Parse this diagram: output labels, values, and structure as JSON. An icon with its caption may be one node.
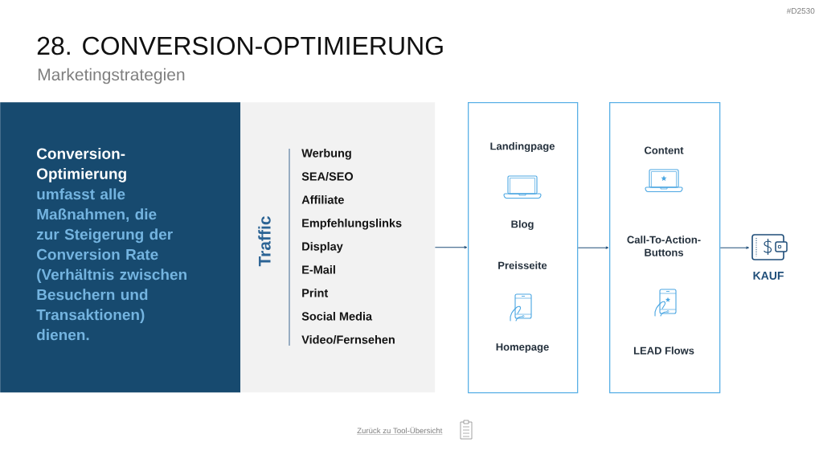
{
  "diagram": {
    "title": "28. CONVERSION-OPTIMIERUNG",
    "nodes": [
      {
        "text": [
          "Conversion-Optimierung",
          "umfasst alle Maßnahmen, die zur Steigerung der Conversion Rate (Verhältnis zwischen Besuchern und Transaktionen) dienen."
        ]
      },
      {
        "text": [
          "Traffic",
          "Werbung",
          "SEA/SEO",
          "Affiliate",
          "Empfehlungslinks",
          "Display",
          "E-Mail",
          "Print",
          "Social Media",
          "Video/Fernsehen"
        ]
      },
      {
        "text": [
          "Landingpage",
          "Blog",
          "Preisseite",
          "Homepage"
        ]
      },
      {
        "text": [
          "Content",
          "Call-To-Action-Buttons",
          "LEAD Flows"
        ]
      },
      {
        "text": [
          "KAUF"
        ]
      }
    ],
    "edges": [
      {
        "from": 1,
        "to": 2,
        "arrow": "to"
      },
      {
        "from": 2,
        "to": 3,
        "arrow": "to"
      },
      {
        "from": 3,
        "to": 4,
        "arrow": "to"
      }
    ],
    "labels": [
      "#D2530",
      "Marketingstrategien",
      "Zurück zu Tool-Übersicht"
    ]
  }
}
